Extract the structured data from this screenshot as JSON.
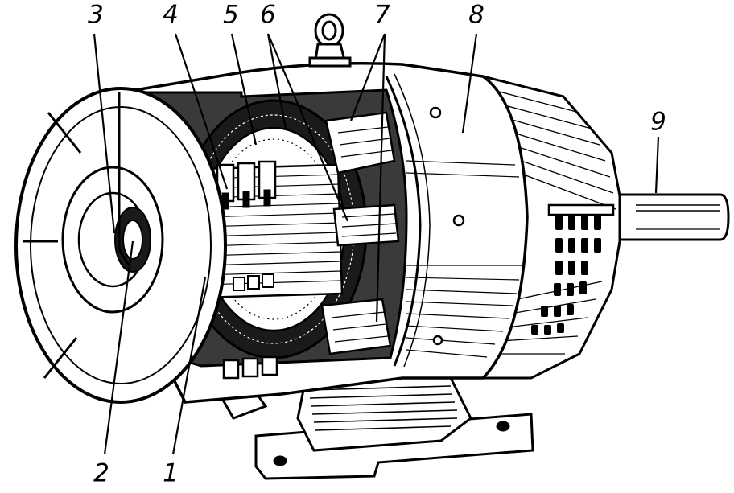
{
  "labels": {
    "n1": "1",
    "n2": "2",
    "n3": "3",
    "n4": "4",
    "n5": "5",
    "n6": "6",
    "n7": "7",
    "n8": "8",
    "n9": "9"
  },
  "colors": {
    "ink": "#000000",
    "paper": "#ffffff"
  }
}
